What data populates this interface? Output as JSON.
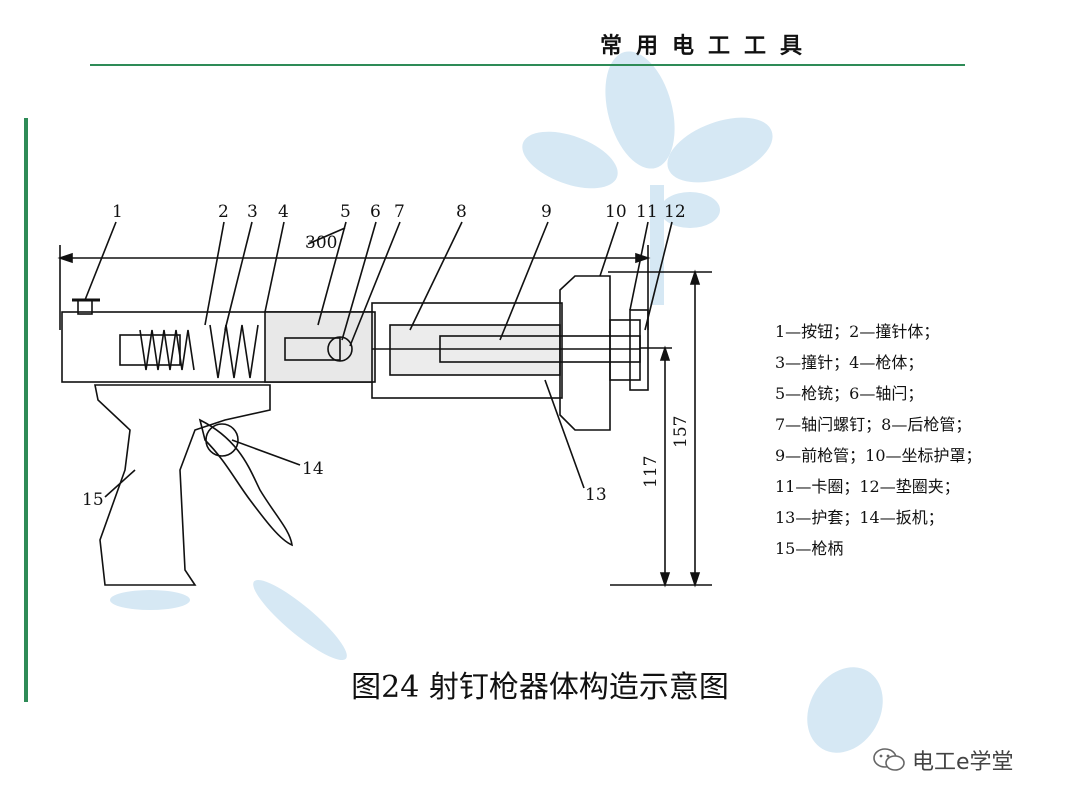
{
  "header": {
    "title": "常用电工工具"
  },
  "figure": {
    "overall_length": "300",
    "height_total": "157",
    "height_lower": "117",
    "callouts": [
      "1",
      "2",
      "3",
      "4",
      "5",
      "6",
      "7",
      "8",
      "9",
      "10",
      "11",
      "12",
      "13",
      "14",
      "15"
    ],
    "legend": [
      "1—按钮；2—撞针体；",
      "3—撞针；4—枪体；",
      "5—枪铳；6—轴闩；",
      "7—轴闩螺钉；8—后枪管；",
      "9—前枪管；10—坐标护罩；",
      "11—卡圈；12—垫圈夹；",
      "13—护套；14—扳机；",
      "15—枪柄"
    ]
  },
  "caption": "图24 射钉枪器体构造示意图",
  "watermark": {
    "text": "电工e学堂",
    "icon": "wechat-icon"
  },
  "colors": {
    "accent": "#2e8b57",
    "decor": "#cfe4f2"
  }
}
